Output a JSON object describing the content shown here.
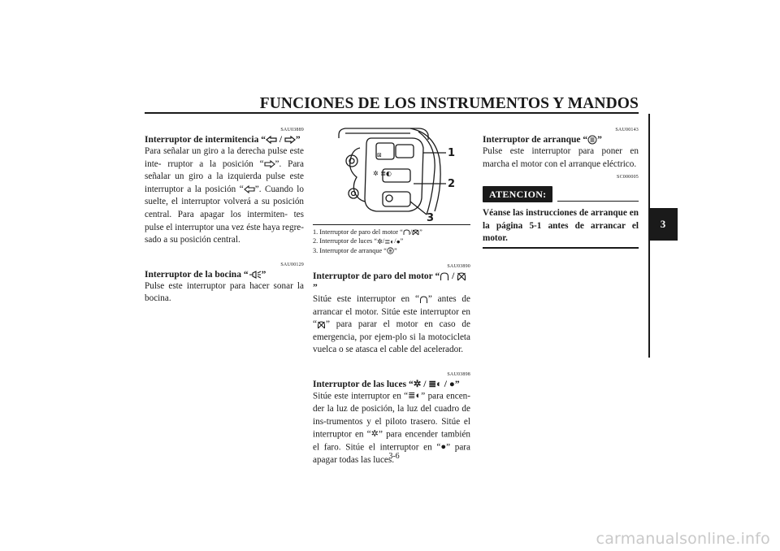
{
  "header": {
    "title": "FUNCIONES DE LOS INSTRUMENTOS Y MANDOS",
    "chapter": "3"
  },
  "left": {
    "turn": {
      "code": "SAU03889",
      "title_pre": "Interruptor de intermitencia “",
      "title_post": "”",
      "lines": [
        "Para señalar un giro a la derecha pulse este inte-",
        "rruptor a la posición “",
        "”. Para señalar un giro",
        "a la izquierda pulse este interruptor a la posición",
        "“",
        "”. Cuando lo suelte, el interruptor volverá",
        "a su posición central. Para apagar los intermiten-",
        "tes pulse el interruptor una vez éste haya regre-",
        "sado a su posición central."
      ]
    },
    "horn": {
      "code": "SAU00129",
      "title_pre": "Interruptor de la bocina “",
      "title_post": "”",
      "text": "Pulse este interruptor para hacer sonar la bocina."
    }
  },
  "figure": {
    "labels": [
      "1",
      "2",
      "3"
    ],
    "captions": [
      {
        "pre": "1. Interruptor de paro del motor “",
        "post": "”"
      },
      {
        "pre": "2. Interruptor de luces “",
        "post": "”"
      },
      {
        "pre": "3. Interruptor de arranque “",
        "post": "”"
      }
    ]
  },
  "mid": {
    "stop": {
      "code": "SAU03890",
      "title_pre": "Interruptor de paro del motor “",
      "title_post": "”",
      "t1": "Sitúe este interruptor en “",
      "t2": "” antes de arrancar el motor. Sitúe este interruptor en “",
      "t3": "” para parar el motor en caso de emergencia, por ejem-plo si la motocicleta vuelca o se atasca el cable del acelerador."
    },
    "lights": {
      "code": "SAU03898",
      "title_pre": "Interruptor de las luces “",
      "title_post": "”",
      "t1": "Sitúe este interruptor en “",
      "t2": "” para encen-der la luz de posición, la luz del cuadro de ins-trumentos y el piloto trasero. Sitúe el interruptor en “",
      "t3": "” para encender también el faro. Sitúe el interruptor en “",
      "t4": "” para apagar todas las luces."
    }
  },
  "right": {
    "start": {
      "code": "SAU00143",
      "title_pre": "Interruptor de arranque “",
      "title_post": "”",
      "text": "Pulse este interruptor para poner en marcha el motor con el arranque eléctrico."
    },
    "caution": {
      "code": "SC000005",
      "label": "ATENCION:",
      "text": "Véanse las instrucciones de arranque en la página 5-1 antes de arrancar el motor."
    }
  },
  "page_number": "3-6",
  "watermark": "carmanualsonline.info"
}
